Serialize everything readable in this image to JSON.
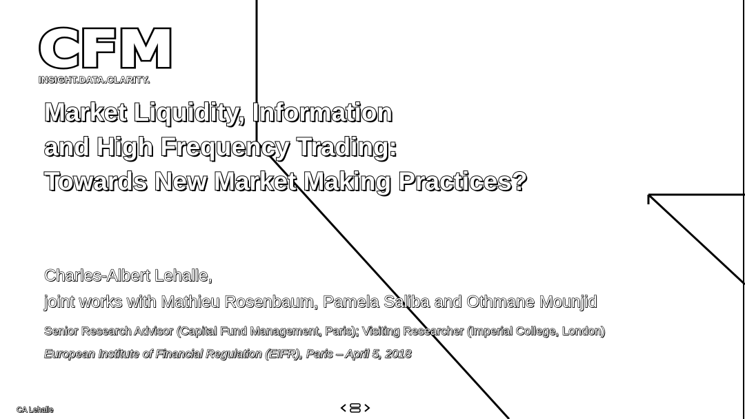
{
  "logo": {
    "wordmark": "CFM",
    "tagline": "INSIGHT.DATA.CLARITY."
  },
  "title": {
    "line1": "Market Liquidity, Information",
    "line2": "and High Frequency Trading:",
    "line3": "Towards New Market Making Practices?"
  },
  "author": "Charles-Albert Lehalle,",
  "coauthors": "joint works with Mathieu Rosenbaum, Pamela Saliba and Othmane Mounjid",
  "affiliation": "Senior Research Advisor (Capital Fund Management, Paris); Visiting Researcher (Imperial College, London)",
  "event": "European Institute of Financial Regulation (EIFR), Paris – April 5, 2018",
  "footer": {
    "author": "CA Lehalle"
  },
  "colors": {
    "background": "#ffffff",
    "ink": "#000000"
  },
  "nav": {
    "icons": [
      "nav-prev-icon",
      "nav-frame-icon",
      "nav-next-icon"
    ]
  }
}
